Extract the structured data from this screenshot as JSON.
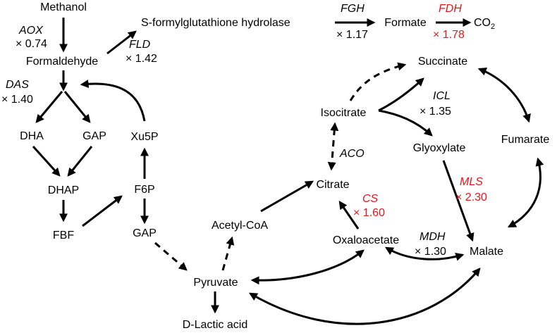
{
  "colors": {
    "highlight": "#e8141c",
    "line": "#000000"
  },
  "nodes": {
    "methanol": "Methanol",
    "formaldehyde": "Formaldehyde",
    "s_formylglutathione_hydrolase": "S-formylglutathione hydrolase",
    "formate": "Formate",
    "co2_base": "CO",
    "co2_sub": "2",
    "dha": "DHA",
    "gap_left": "GAP",
    "xu5p": "Xu5P",
    "dhap": "DHAP",
    "f6p": "F6P",
    "fbf": "FBF",
    "gap_mid": "GAP",
    "pyruvate": "Pyruvate",
    "d_lactic_acid": "D-Lactic acid",
    "acetyl_coa": "Acetyl-CoA",
    "citrate": "Citrate",
    "isocitrate": "Isocitrate",
    "succinate": "Succinate",
    "glyoxylate": "Glyoxylate",
    "fumarate": "Fumarate",
    "oxaloacetate": "Oxaloacetate",
    "malate": "Malate"
  },
  "enzymes": {
    "aox": {
      "name": "AOX",
      "fold": "× 0.74",
      "highlighted": false
    },
    "fld": {
      "name": "FLD",
      "fold": "× 1.42",
      "highlighted": false
    },
    "fgh": {
      "name": "FGH",
      "fold": "× 1.17",
      "highlighted": false
    },
    "fdh": {
      "name": "FDH",
      "fold": "× 1.78",
      "highlighted": true
    },
    "das": {
      "name": "DAS",
      "fold": "× 1.40",
      "highlighted": false
    },
    "icl": {
      "name": "ICL",
      "fold": "× 1.35",
      "highlighted": false
    },
    "aco": {
      "name": "ACO",
      "highlighted": false
    },
    "cs": {
      "name": "CS",
      "fold": "× 1.60",
      "highlighted": true
    },
    "mls": {
      "name": "MLS",
      "fold": "× 2.30",
      "highlighted": true
    },
    "mdh": {
      "name": "MDH",
      "fold": "× 1.30",
      "highlighted": false
    }
  }
}
